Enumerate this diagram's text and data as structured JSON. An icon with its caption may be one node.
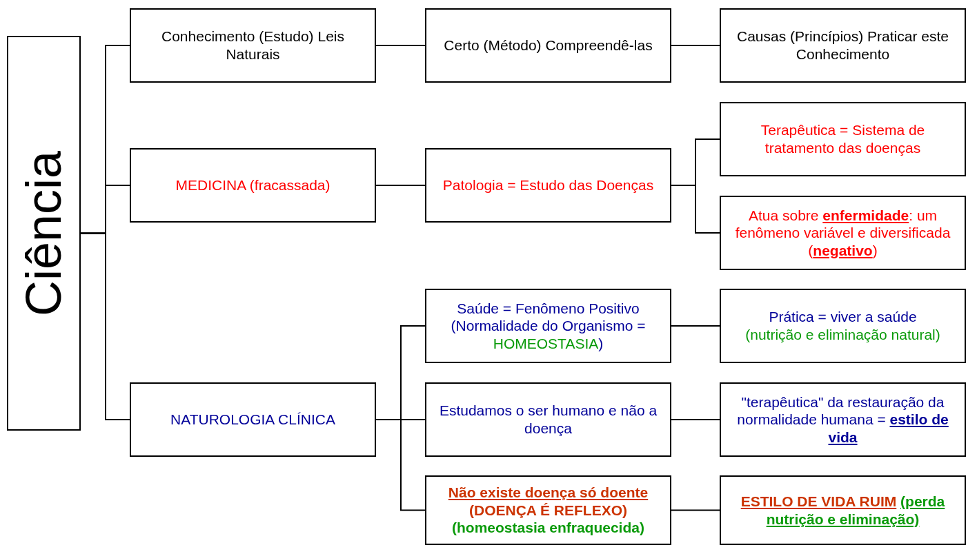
{
  "diagram": {
    "nodes": [
      {
        "text": [
          "Ciência"
        ]
      },
      {
        "text": [
          "Conhecimento (Estudo) Leis Naturais"
        ]
      },
      {
        "text": [
          "Certo (Método) Compreendê-las"
        ]
      },
      {
        "text": [
          "Causas (Princípios) Praticar este Conhecimento"
        ]
      },
      {
        "text": [
          "MEDICINA (fracassada)"
        ]
      },
      {
        "text": [
          "Patologia = Estudo das Doenças"
        ]
      },
      {
        "text": [
          "Terapêutica = Sistema de tratamento das doenças"
        ]
      },
      {
        "text": [
          "Atua sobre **enfermidade**: um fenômeno variável e diversificada (**negativo**)"
        ]
      },
      {
        "text": [
          "NATUROLOGIA CLÍNICA"
        ]
      },
      {
        "text": [
          "Saúde = Fenômeno Positivo (Normalidade do Organismo =",
          "HOMEOSTASIA",
          ")"
        ]
      },
      {
        "text": [
          "Prática = viver a saúde",
          "(nutrição e eliminação natural)"
        ]
      },
      {
        "text": [
          "Estudamos o ser humano e não a doença"
        ]
      },
      {
        "text": [
          "\"terapêutica\" da restauração da normalidade humana = **estilo de vida**"
        ]
      },
      {
        "text": [
          "Não existe doença só doente",
          "(DOENÇA É REFLEXO)",
          "(homeostasia enfraquecida)"
        ]
      },
      {
        "text": [
          "ESTILO DE VIDA RUIM",
          "(perda nutrição e eliminação)"
        ]
      }
    ],
    "edges": [
      {
        "from": 0,
        "to": 1,
        "arrow": "none"
      },
      {
        "from": 0,
        "to": 4,
        "arrow": "none"
      },
      {
        "from": 0,
        "to": 8,
        "arrow": "none"
      },
      {
        "from": 1,
        "to": 2,
        "arrow": "none"
      },
      {
        "from": 2,
        "to": 3,
        "arrow": "none"
      },
      {
        "from": 4,
        "to": 5,
        "arrow": "none"
      },
      {
        "from": 5,
        "to": 6,
        "arrow": "none"
      },
      {
        "from": 5,
        "to": 7,
        "arrow": "none"
      },
      {
        "from": 8,
        "to": 9,
        "arrow": "none"
      },
      {
        "from": 8,
        "to": 11,
        "arrow": "none"
      },
      {
        "from": 8,
        "to": 13,
        "arrow": "none"
      },
      {
        "from": 9,
        "to": 10,
        "arrow": "none"
      },
      {
        "from": 11,
        "to": 12,
        "arrow": "none"
      },
      {
        "from": 13,
        "to": 14,
        "arrow": "none"
      }
    ]
  }
}
